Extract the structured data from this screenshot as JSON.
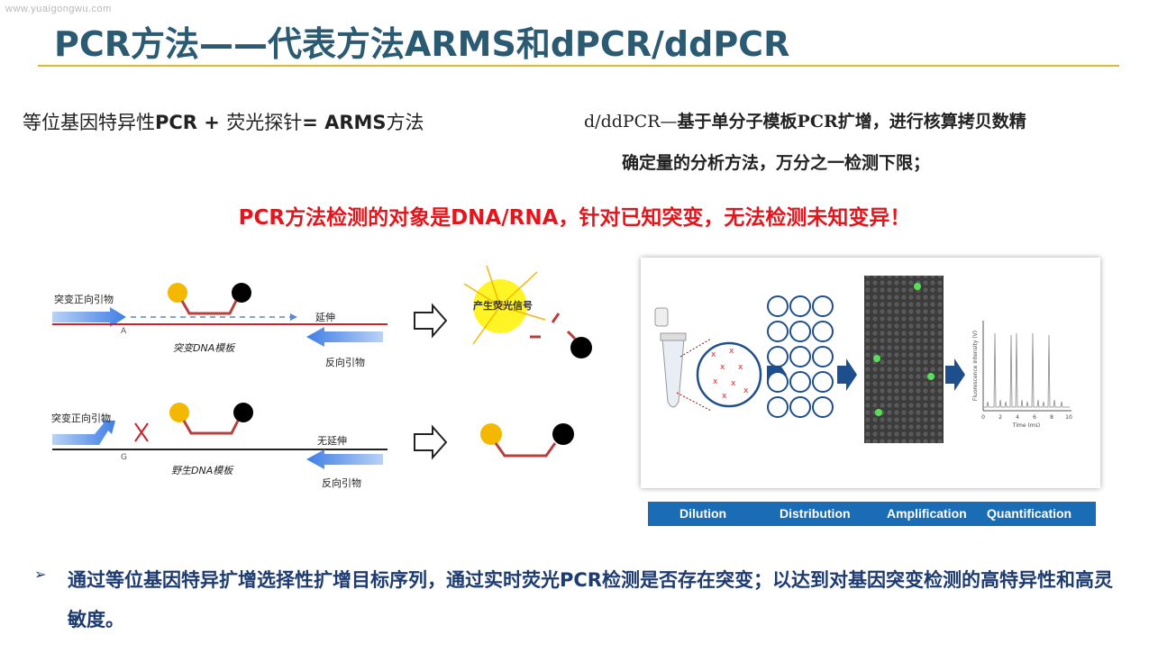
{
  "watermark": "www.yuaigongwu.com",
  "title": "PCR方法——代表方法ARMS和dPCR/ddPCR",
  "arms": {
    "part1": "等位基因特异性",
    "part2": "PCR + ",
    "part3": "荧光探针",
    "part4": "= ARMS",
    "part5": "方法"
  },
  "dpcr": {
    "lead": "d/ddPCR—",
    "line1": "基于单分子模板PCR扩增，进行核算拷贝数精",
    "line2": "确定量的分析方法，万分之一检测下限；"
  },
  "red_note": "PCR方法检测的对象是DNA/RNA，针对已知突变，无法检测未知变异！",
  "diagram_top": {
    "forward_primer": "突变正向引物",
    "extend": "延伸",
    "base": "A",
    "template": "突变DNA模板",
    "reverse_primer": "反向引物",
    "signal": "产生荧光信号"
  },
  "diagram_bottom": {
    "forward_primer": "突变正向引物",
    "no_extend": "无延伸",
    "base": "G",
    "template": "野生DNA模板",
    "reverse_primer": "反向引物"
  },
  "ddpcr_figure": {
    "y_axis": "Fluorescence intensity (V)",
    "x_axis": "Time (ms)",
    "x_ticks": [
      "0",
      "2",
      "4",
      "6",
      "8",
      "10"
    ],
    "steps": [
      "Dilution",
      "Distribution",
      "Amplification",
      "Quantification"
    ]
  },
  "colors": {
    "title": "#2b5a73",
    "rule": "#e6b42a",
    "red": "#e8141b",
    "navy": "#1d3b70",
    "step_bar": "#1a6db5"
  },
  "bullet_glyph": "➢",
  "summary": "通过等位基因特异扩增选择性扩增目标序列，通过实时荧光PCR检测是否存在突变；以达到对基因突变检测的高特异性和高灵敏度。"
}
